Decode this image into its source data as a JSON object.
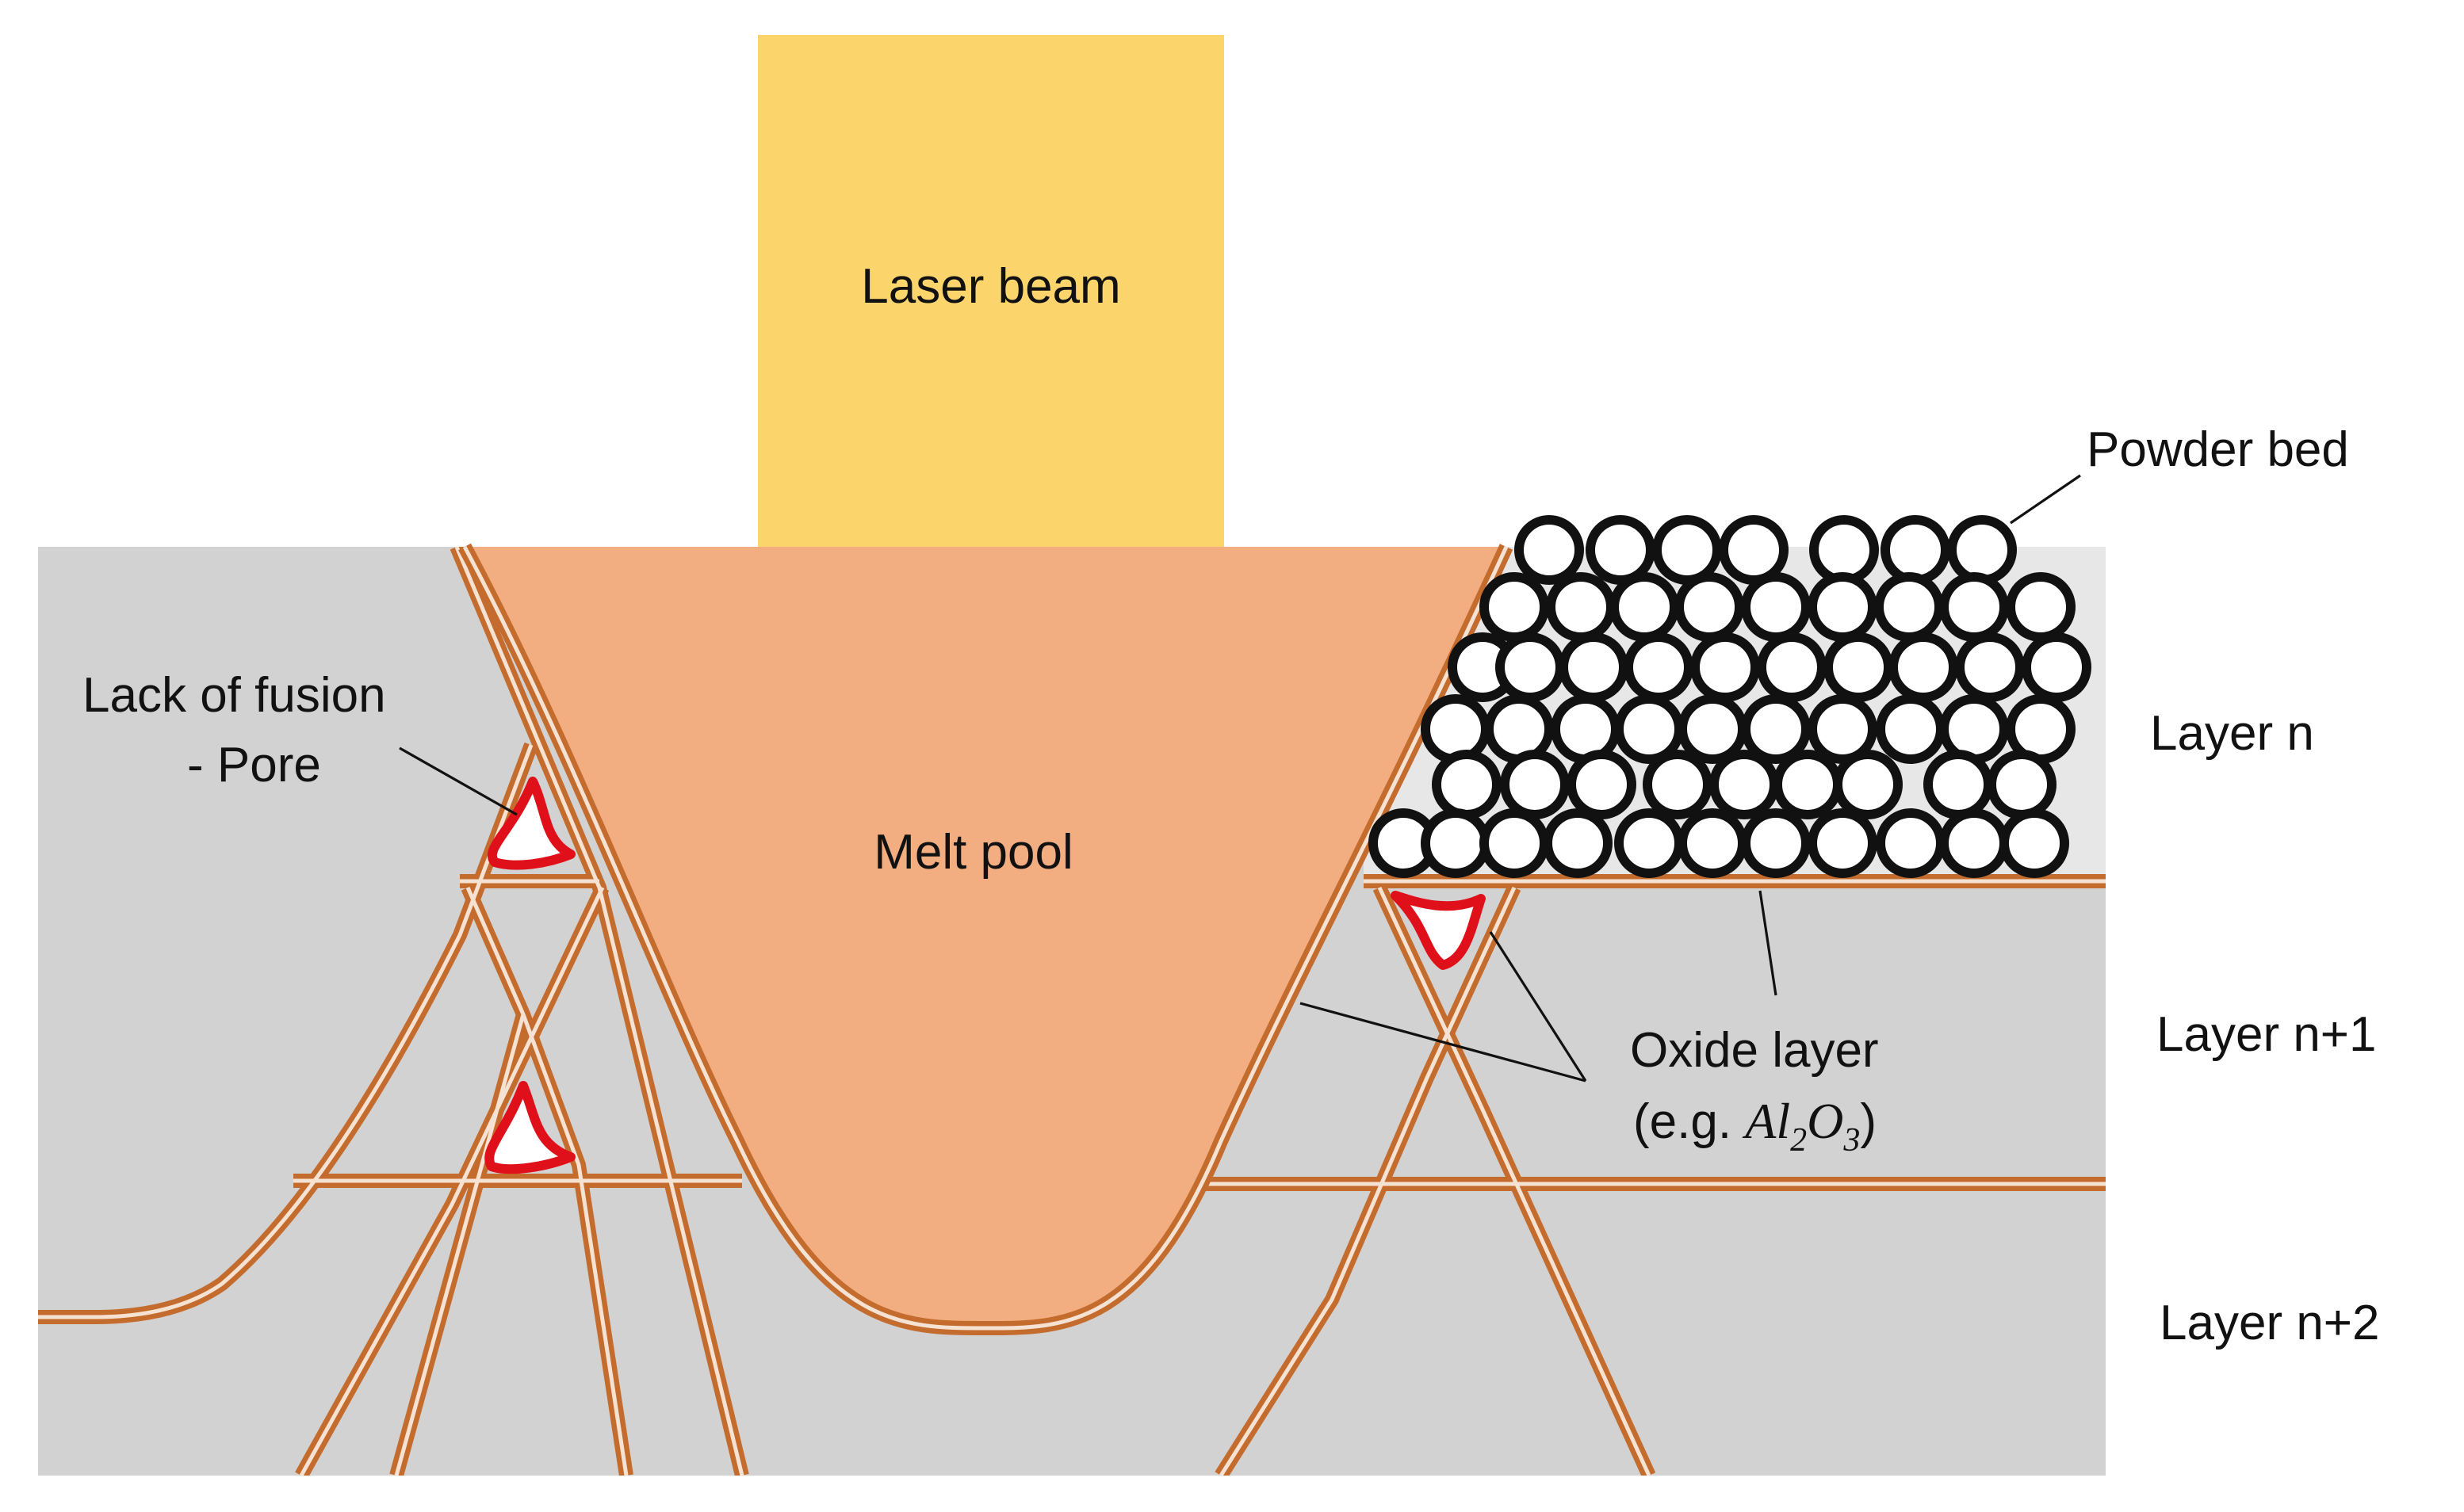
{
  "labels": {
    "laser_beam": "Laser beam",
    "powder_bed": "Powder bed",
    "layer_n": "Layer n",
    "layer_n1": "Layer n+1",
    "layer_n2": "Layer n+2",
    "melt_pool": "Melt pool",
    "lack_of_fusion_line1": "Lack of fusion",
    "lack_of_fusion_line2": "- Pore",
    "oxide_layer": "Oxide layer",
    "oxide_example_prefix": "(e.g. ",
    "oxide_formula_al": "Al",
    "oxide_formula_sub2": "2",
    "oxide_formula_o": "O",
    "oxide_formula_sub3": "3",
    "oxide_example_suffix": ")"
  },
  "colors": {
    "laser": "#FBD56B",
    "melt_pool": "#F2AE80",
    "solid": "#D2D2D2",
    "powder_region": "#E7E7E7",
    "oxide": "#C46C2E",
    "pore_outline": "#E0101A",
    "powder_outline": "#111111"
  }
}
